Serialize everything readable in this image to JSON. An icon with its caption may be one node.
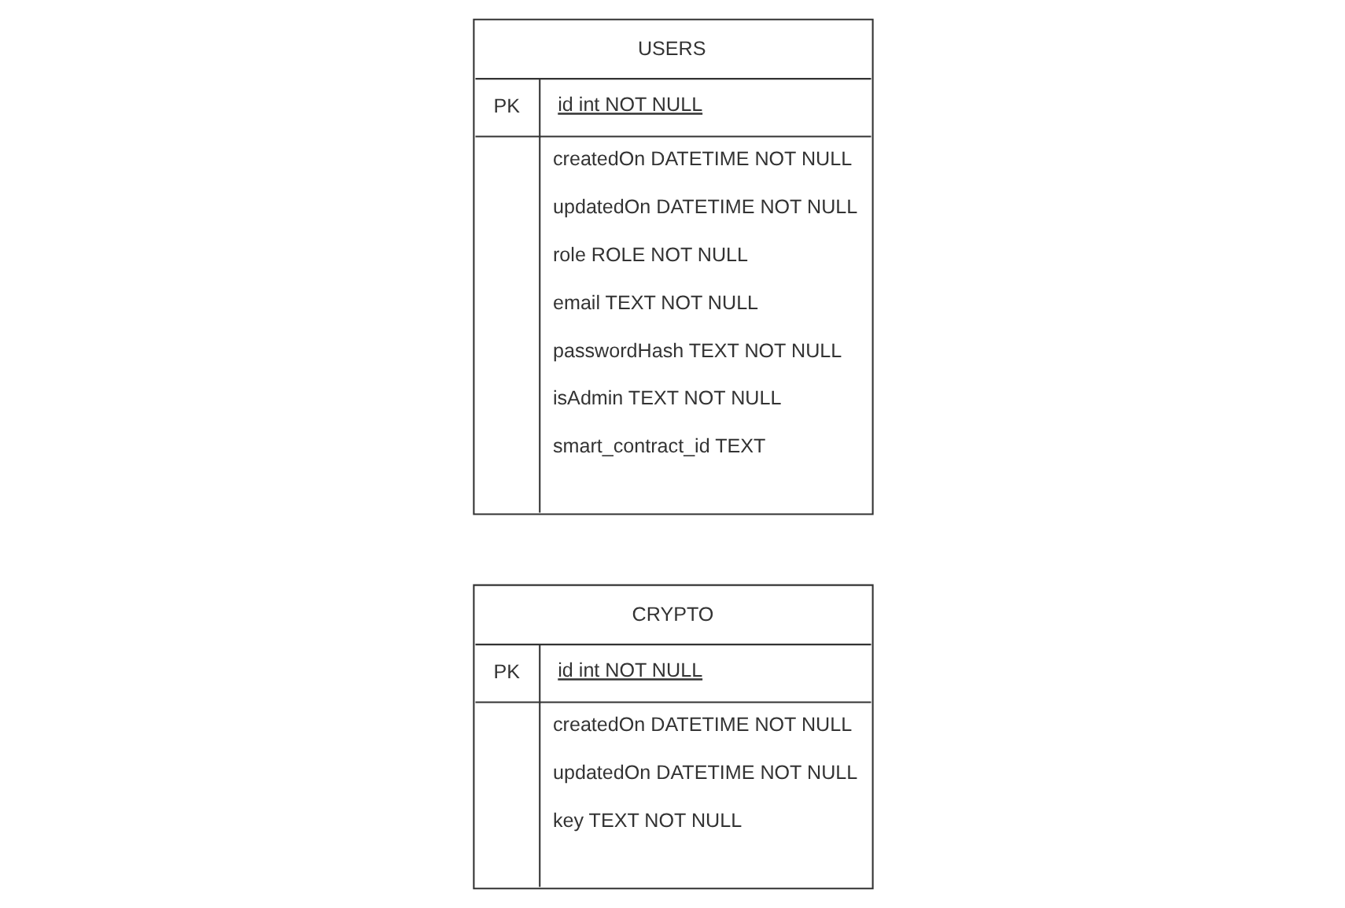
{
  "diagram": {
    "nodes": [
      {
        "text": [
          "USERS",
          "PK",
          "id int NOT NULL",
          "createdOn DATETIME NOT NULL",
          "updatedOn DATETIME NOT NULL",
          "role ROLE NOT NULL",
          "email TEXT NOT NULL",
          "passwordHash TEXT NOT NULL",
          "isAdmin TEXT NOT NULL",
          "smart_contract_id TEXT"
        ]
      },
      {
        "text": [
          "CRYPTO",
          "PK",
          "id int NOT NULL",
          "createdOn DATETIME NOT NULL",
          "updatedOn DATETIME NOT NULL",
          "key TEXT NOT NULL"
        ]
      }
    ],
    "edges": []
  }
}
